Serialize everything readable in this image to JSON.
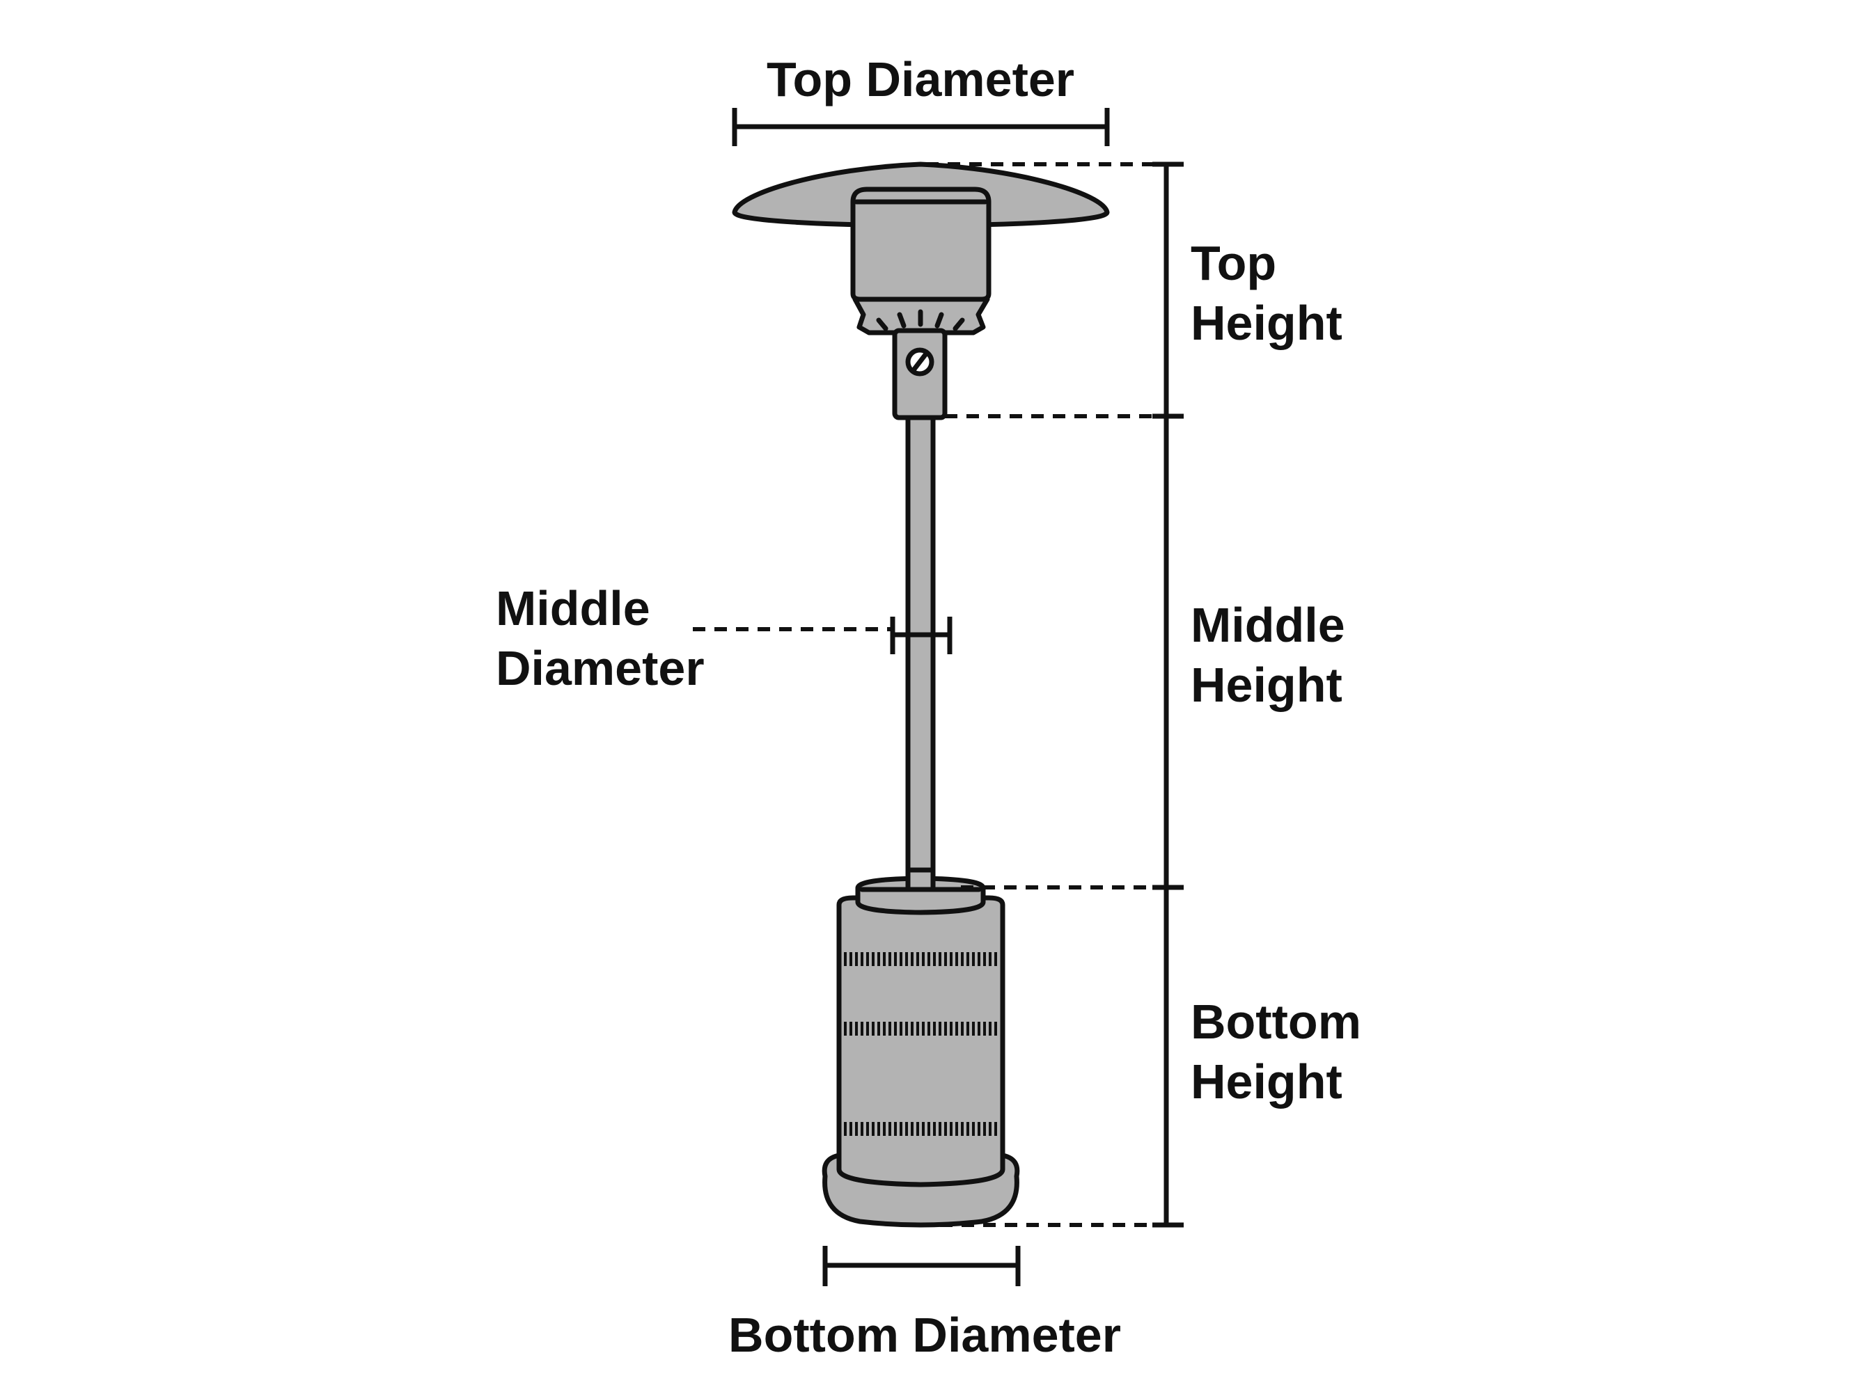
{
  "colors": {
    "ink": "#111111",
    "metal": "#b3b3b3",
    "background": "#ffffff"
  },
  "labels": {
    "top_diameter": "Top Diameter",
    "top_height_line1": "Top",
    "top_height_line2": "Height",
    "middle_diameter_line1": "Middle",
    "middle_diameter_line2": "Diameter",
    "middle_height_line1": "Middle",
    "middle_height_line2": "Height",
    "bottom_height_line1": "Bottom",
    "bottom_height_line2": "Height",
    "bottom_diameter": "Bottom Diameter"
  }
}
